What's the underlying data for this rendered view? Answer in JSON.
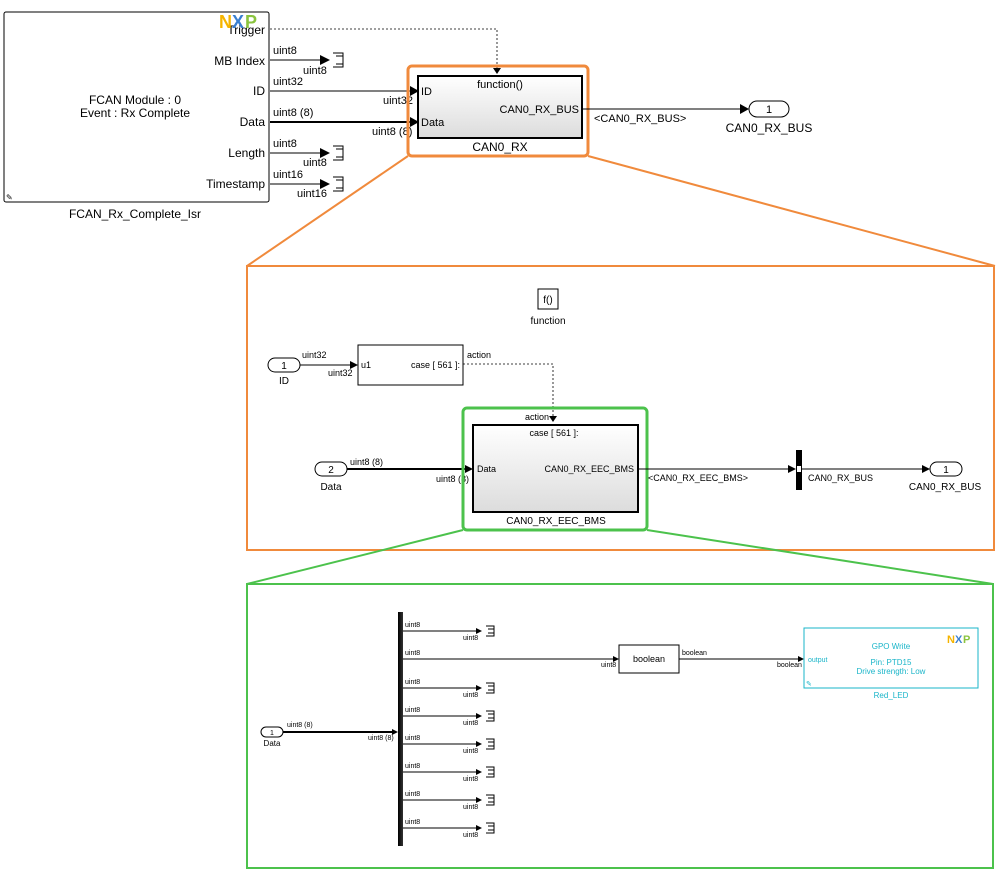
{
  "top": {
    "isr_block": {
      "name": "FCAN_Rx_Complete_Isr",
      "line1": "FCAN Module : 0",
      "line2": "Event : Rx Complete",
      "ports": [
        "Trigger",
        "MB Index",
        "ID",
        "Data",
        "Length",
        "Timestamp"
      ],
      "signal_types": [
        "uint8",
        "uint8",
        "uint32",
        "uint32",
        "uint8 (8)",
        "uint8 (8)",
        "uint8",
        "uint8",
        "uint16",
        "uint16"
      ]
    },
    "rx_subsystem": {
      "name": "CAN0_RX",
      "function_label": "function()",
      "in_ports": [
        "ID",
        "Data"
      ],
      "out_port": "CAN0_RX_BUS",
      "out_signal": "<CAN0_RX_BUS>"
    },
    "outport": {
      "number": "1",
      "name": "CAN0_RX_BUS"
    }
  },
  "level2": {
    "function_block": {
      "icon": "f()",
      "name": "function"
    },
    "inport_id": {
      "number": "1",
      "name": "ID",
      "signal": "uint32",
      "signal_in": "uint32"
    },
    "switch_case": {
      "input": "u1",
      "case": "case [ 561 ]:",
      "output": "action"
    },
    "inport_data": {
      "number": "2",
      "name": "Data",
      "signal": "uint8 (8)",
      "signal_in": "uint8 (8)"
    },
    "action_subsystem": {
      "name": "CAN0_RX_EEC_BMS",
      "action_label": "action",
      "case_label": "case [ 561 ]:",
      "in_port": "Data",
      "out_port": "CAN0_RX_EEC_BMS",
      "out_signal": "<CAN0_RX_EEC_BMS>"
    },
    "bus_signal": "CAN0_RX_BUS",
    "outport": {
      "number": "1",
      "name": "CAN0_RX_BUS"
    }
  },
  "level3": {
    "inport": {
      "number": "1",
      "name": "Data",
      "signal": "uint8 (8)",
      "signal_in": "uint8 (8)"
    },
    "demux_signal": "uint8",
    "convert": {
      "label": "boolean",
      "in_signal": "uint8",
      "out_signal": "boolean"
    },
    "gpo": {
      "title": "GPO Write",
      "pin": "Pin: PTD15",
      "drive": "Drive strength: Low",
      "port": "output",
      "in_signal": "boolean",
      "name": "Red_LED"
    }
  },
  "colors": {
    "orange": "#f08a3c",
    "green": "#4cc24c",
    "gpo_cyan": "#1ab5c9",
    "nxp_yellow": "#f5b400",
    "nxp_blue": "#3a7fd0",
    "nxp_green": "#8ac43f"
  }
}
